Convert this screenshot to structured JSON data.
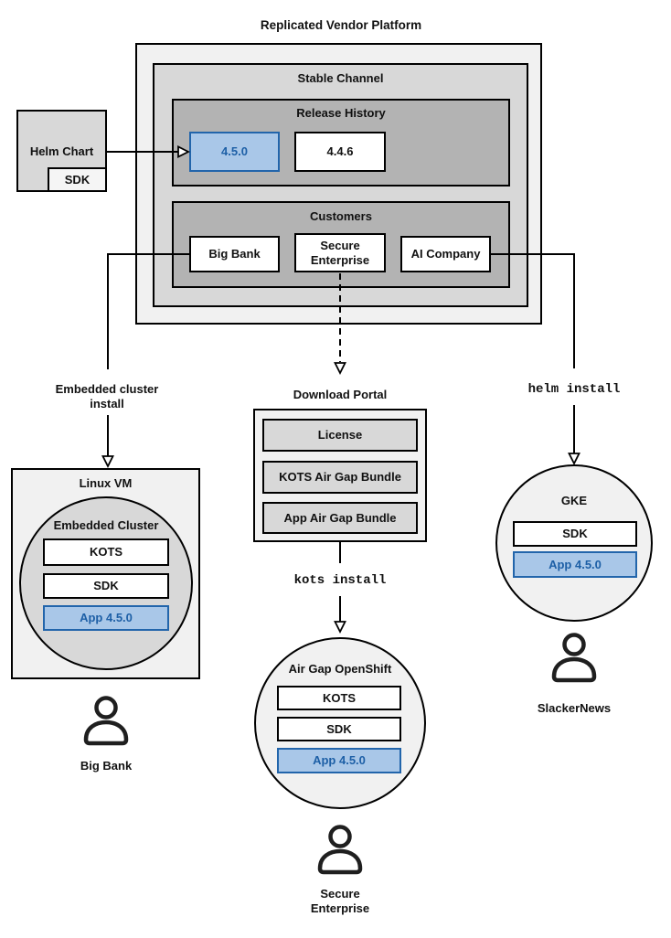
{
  "title": "Replicated Vendor Platform",
  "colors": {
    "outer_box": "#f1f1f1",
    "channel_box": "#d8d8d8",
    "inner_box": "#b3b3b3",
    "highlight_fill": "#a9c7e8",
    "highlight_border": "#2265ab",
    "highlight_text": "#1d5fa6",
    "line": "#000000"
  },
  "platform": {
    "stable_channel": "Stable Channel",
    "release_history": "Release History",
    "releases": [
      "4.5.0",
      "4.4.6"
    ],
    "highlighted_release": "4.5.0",
    "customers_title": "Customers",
    "customers": [
      "Big Bank",
      "Secure Enterprise",
      "AI Company"
    ]
  },
  "helm_chart": {
    "label": "Helm Chart",
    "sdk": "SDK"
  },
  "edges": {
    "embedded_install": [
      "Embedded cluster",
      "install"
    ],
    "kots_install": "kots install",
    "helm_install": "helm install"
  },
  "linux_vm": {
    "title": "Linux VM",
    "cluster_title": "Embedded Cluster",
    "components": [
      "KOTS",
      "SDK",
      "App 4.5.0"
    ],
    "user": "Big Bank"
  },
  "download_portal": {
    "title": "Download Portal",
    "items": [
      "License",
      "KOTS Air Gap Bundle",
      "App Air Gap Bundle"
    ]
  },
  "openshift": {
    "title": "Air Gap OpenShift",
    "components": [
      "KOTS",
      "SDK",
      "App 4.5.0"
    ],
    "user": "Secure Enterprise"
  },
  "gke": {
    "title": "GKE",
    "components": [
      "SDK",
      "App 4.5.0"
    ],
    "user": "SlackerNews"
  }
}
